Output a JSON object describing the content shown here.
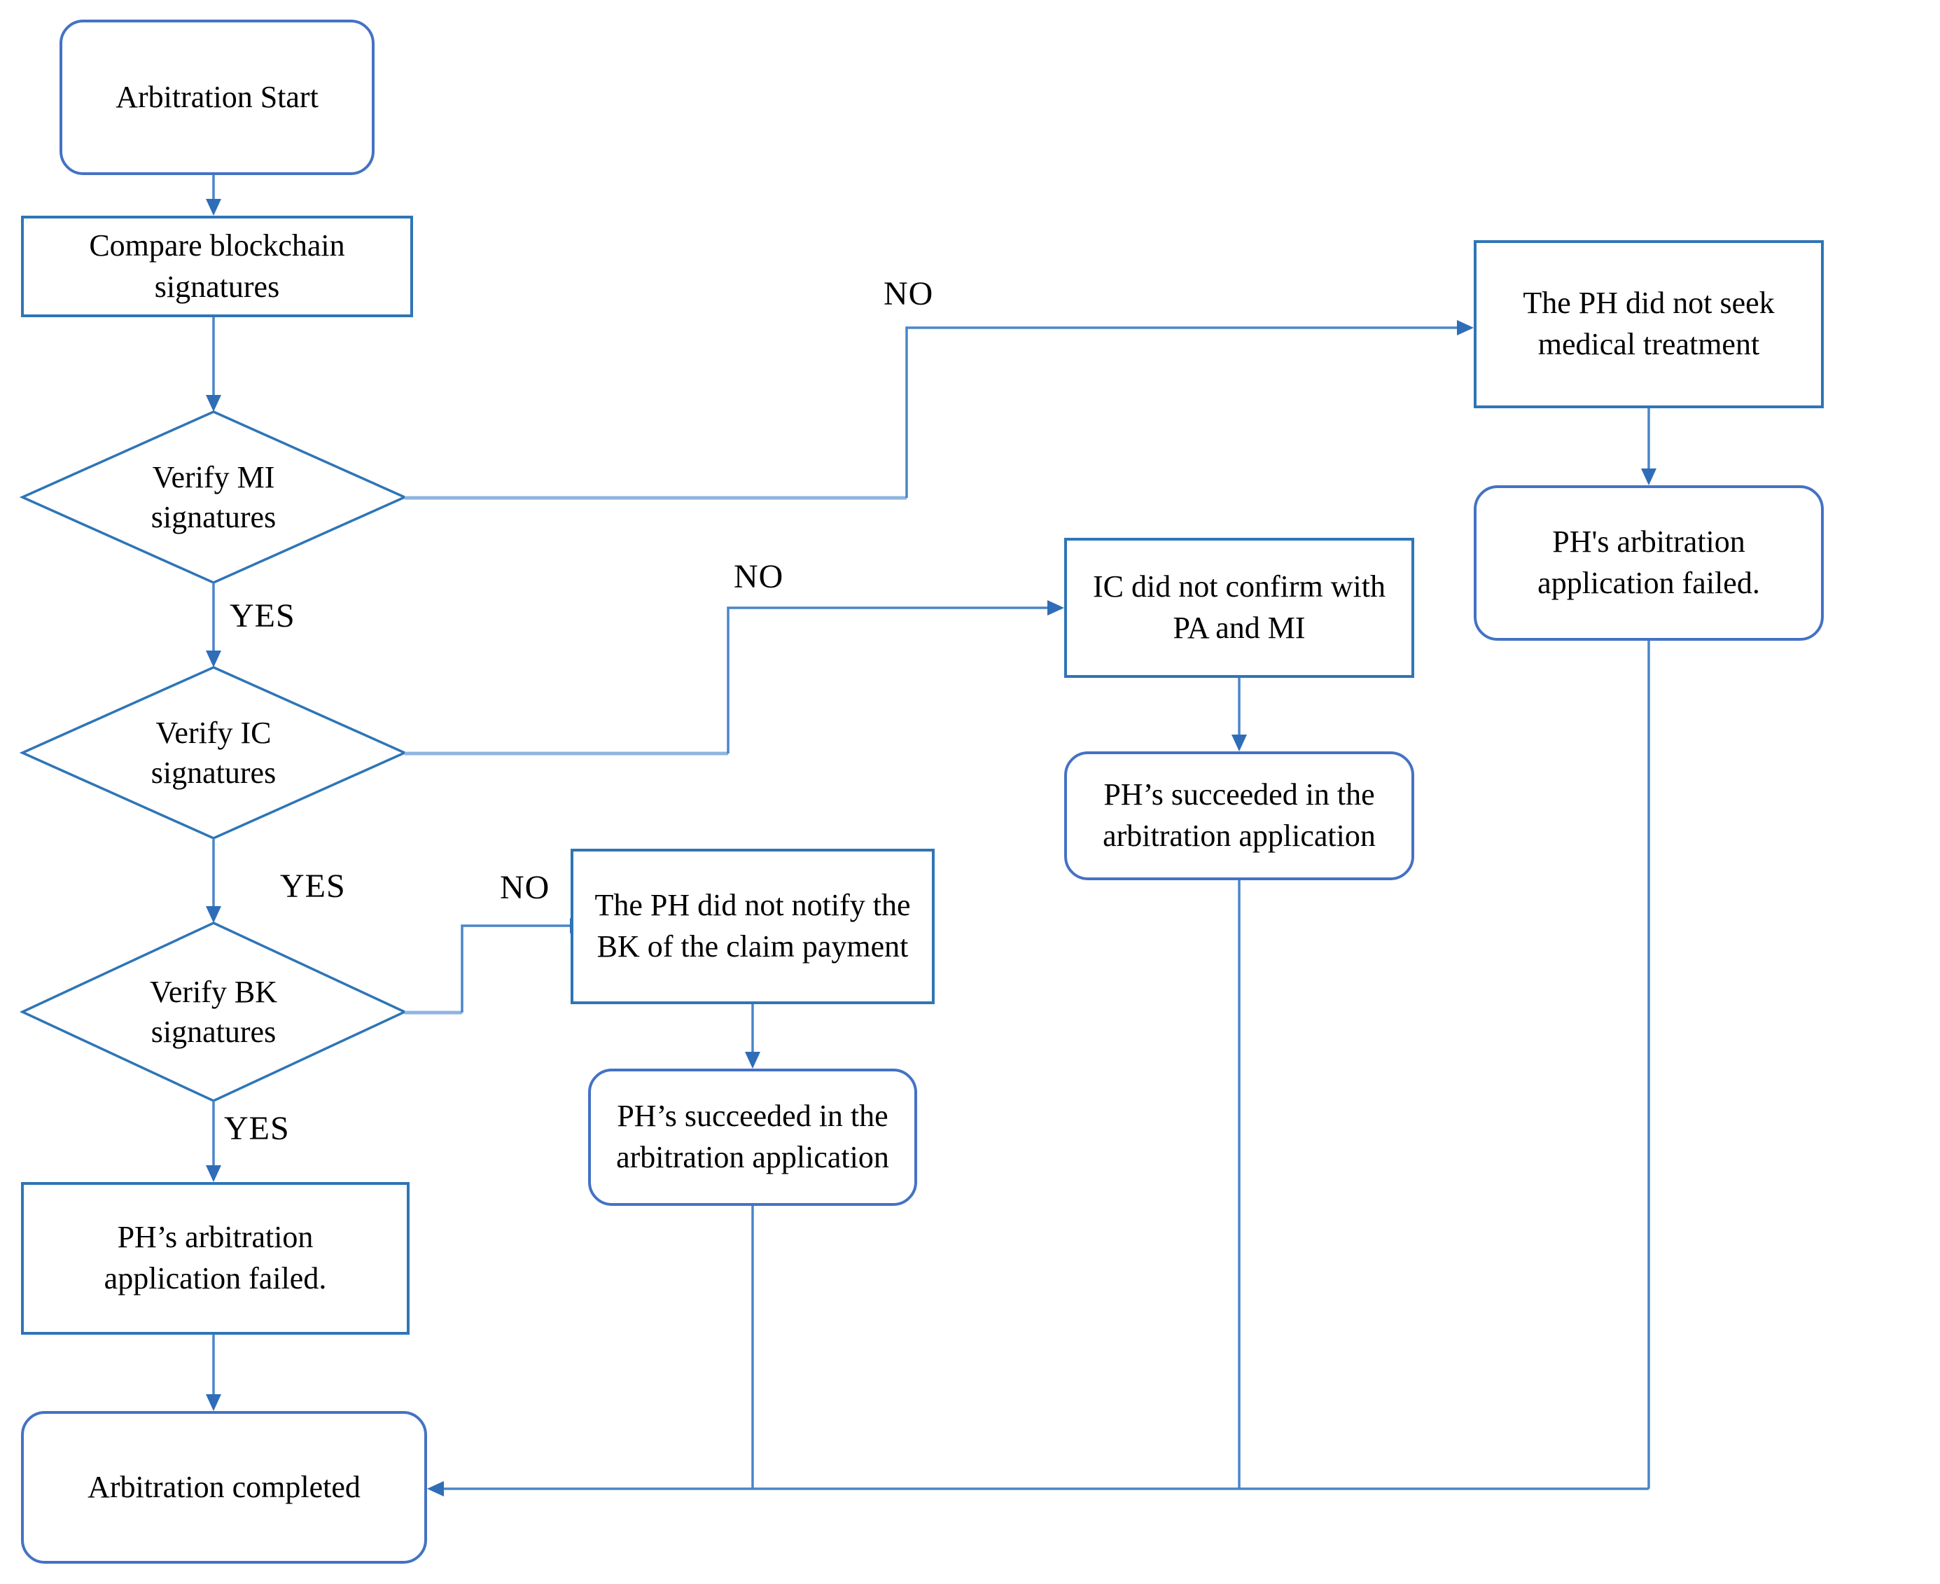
{
  "diagram": {
    "type": "flowchart",
    "nodes": {
      "start": "Arbitration Start",
      "compare": "Compare blockchain\nsignatures",
      "verify_mi": "Verify MI\nsignatures",
      "verify_ic": "Verify IC\nsignatures",
      "verify_bk": "Verify BK\nsignatures",
      "fail_left": "PH’s arbitration\napplication failed.",
      "completed": "Arbitration completed",
      "medical": "The PH did not seek\nmedical treatment",
      "fail_right": "PH's arbitration\napplication failed.",
      "not_confirm": "IC did not confirm with\nPA and MI",
      "succeeded_right": "PH’s succeeded in the\narbitration application",
      "notify": "The PH did not notify the\nBK of the claim payment",
      "succeeded_mid": "PH’s succeeded in the\narbitration application"
    },
    "edge_labels": {
      "mi_yes": "YES",
      "mi_no": "NO",
      "ic_yes": "YES",
      "ic_no": "NO",
      "bk_yes": "YES",
      "bk_no": "NO"
    },
    "colors": {
      "box_border": "#2e75b6",
      "rounded_border": "#4472c4",
      "connector": "#4a86c8",
      "connector_light": "#8fb4e2",
      "arrowhead": "#2f6db8",
      "text": "#000000",
      "background": "#ffffff"
    }
  }
}
